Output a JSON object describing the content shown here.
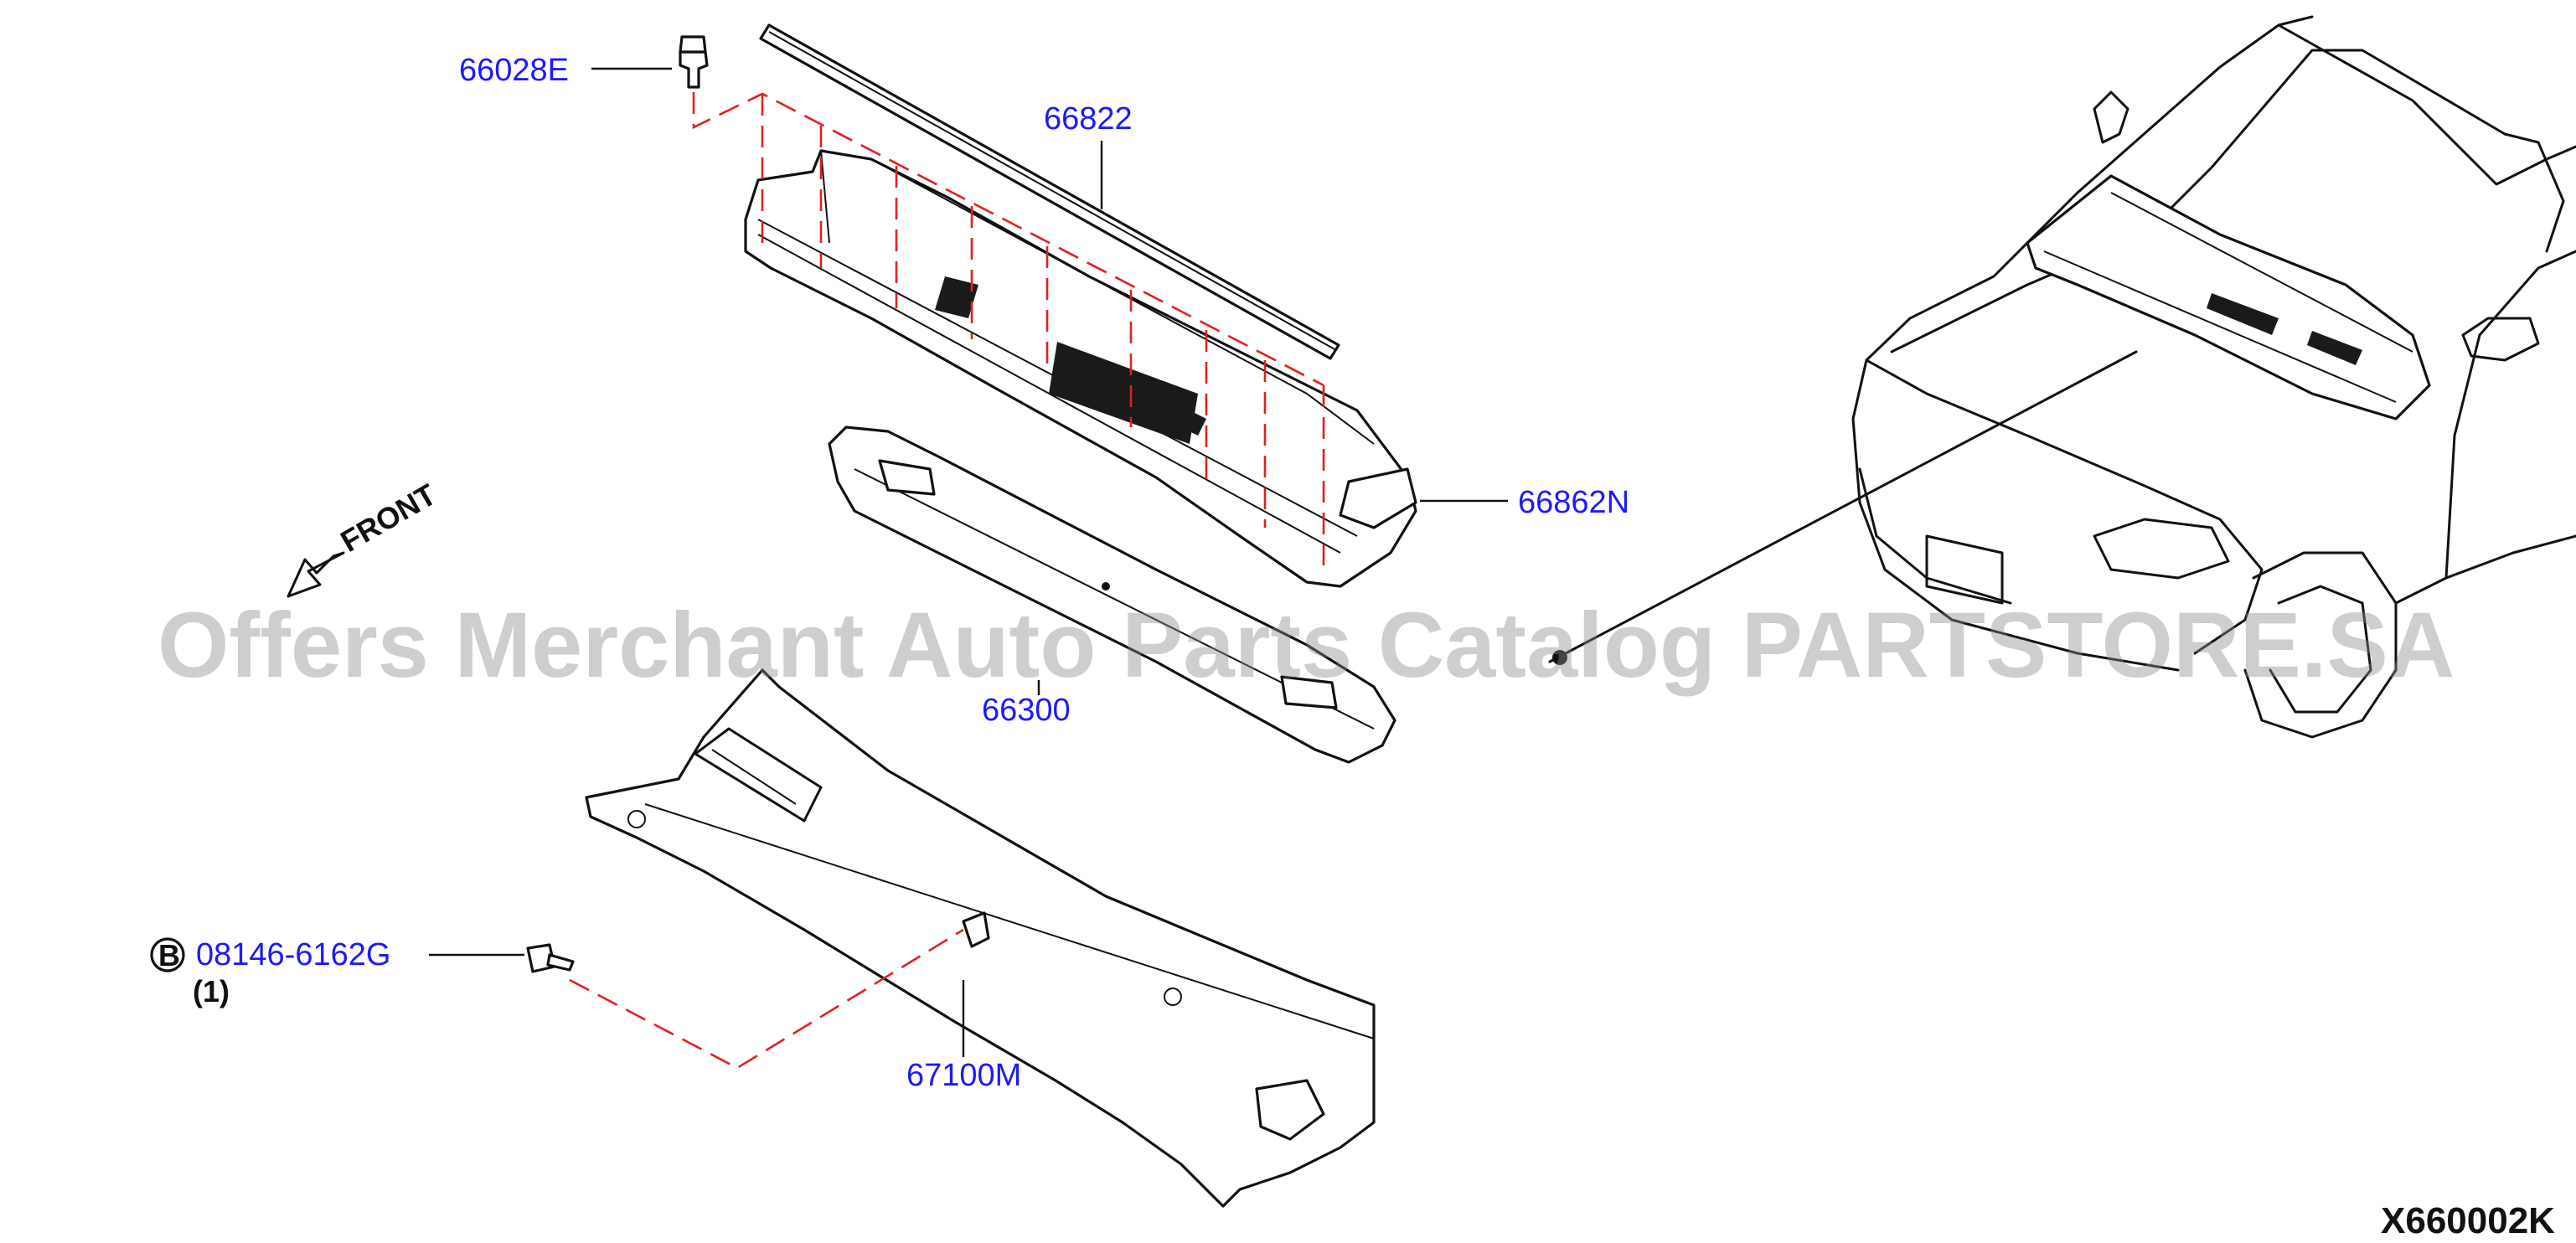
{
  "parts": {
    "clip": "66028E",
    "seal": "66822",
    "cowl_top": "66862N",
    "cowl_support": "66300",
    "dash_panel": "67100M",
    "bolt": "08146-6162G",
    "bolt_badge": "B",
    "bolt_qty": "(1)"
  },
  "front_label": "FRONT",
  "watermark": "Offers Merchant Auto Parts Catalog PARTSTORE.SA",
  "diagram_code": "X660002K",
  "colors": {
    "part_number": "#1a1aff",
    "dash_line": "#e02020",
    "outline": "#111111"
  }
}
